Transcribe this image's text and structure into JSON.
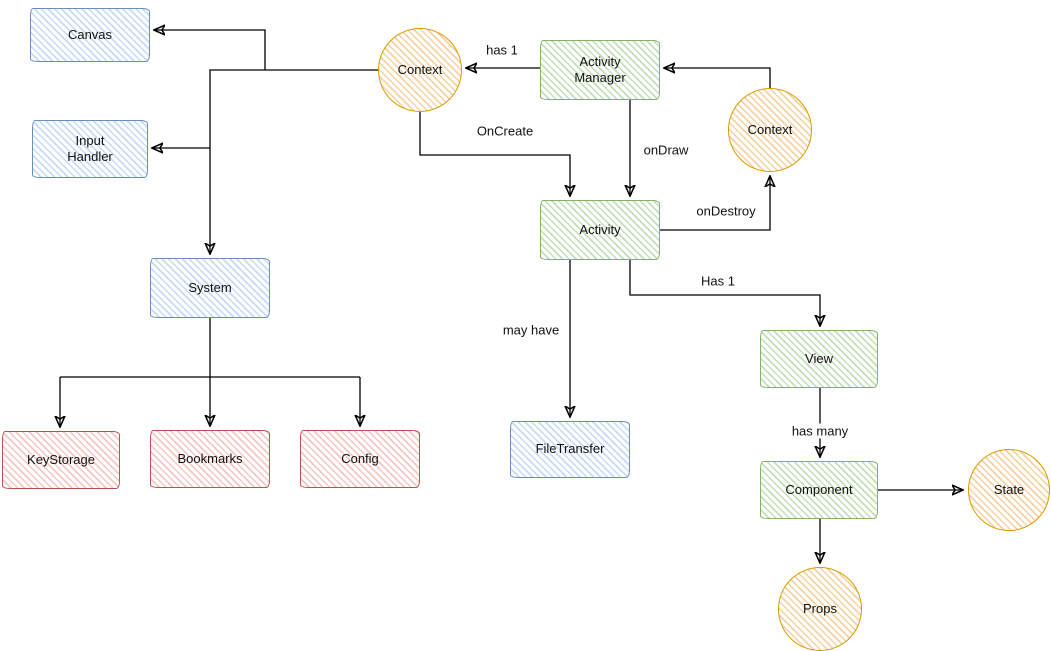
{
  "diagram": {
    "nodes": {
      "canvas": {
        "label": "Canvas",
        "shape": "rectangle",
        "color": "#dae8fc"
      },
      "input_handler": {
        "label": "Input Handler",
        "shape": "rectangle",
        "color": "#dae8fc"
      },
      "system": {
        "label": "System",
        "shape": "rectangle",
        "color": "#dae8fc"
      },
      "keystorage": {
        "label": "KeyStorage",
        "shape": "rectangle",
        "color": "#f8cecc"
      },
      "bookmarks": {
        "label": "Bookmarks",
        "shape": "rectangle",
        "color": "#f8cecc"
      },
      "config": {
        "label": "Config",
        "shape": "rectangle",
        "color": "#f8cecc"
      },
      "context_left": {
        "label": "Context",
        "shape": "ellipse",
        "color": "#ffe6cc"
      },
      "activity_manager": {
        "label": "Activity Manager",
        "shape": "rectangle",
        "color": "#d5e8d4"
      },
      "context_right": {
        "label": "Context",
        "shape": "ellipse",
        "color": "#ffe6cc"
      },
      "activity": {
        "label": "Activity",
        "shape": "rectangle",
        "color": "#d5e8d4"
      },
      "filetransfer": {
        "label": "FileTransfer",
        "shape": "rectangle",
        "color": "#dae8fc"
      },
      "view": {
        "label": "View",
        "shape": "rectangle",
        "color": "#d5e8d4"
      },
      "component": {
        "label": "Component",
        "shape": "rectangle",
        "color": "#d5e8d4"
      },
      "state": {
        "label": "State",
        "shape": "ellipse",
        "color": "#ffe6cc"
      },
      "props": {
        "label": "Props",
        "shape": "ellipse",
        "color": "#ffe6cc"
      }
    },
    "edge_labels": {
      "has_1": "has 1",
      "oncreate": "OnCreate",
      "ondraw": "onDraw",
      "ondestroy": "onDestroy",
      "may_have": "may have",
      "has_1_view": "Has 1",
      "has_many": "has many"
    },
    "edges": [
      {
        "from": "activity_manager",
        "to": "context_left",
        "label": "has 1"
      },
      {
        "from": "context_left",
        "to": "canvas",
        "label": ""
      },
      {
        "from": "context_left",
        "to": "input_handler",
        "label": ""
      },
      {
        "from": "context_left",
        "to": "system",
        "label": ""
      },
      {
        "from": "system",
        "to": "keystorage",
        "label": ""
      },
      {
        "from": "system",
        "to": "bookmarks",
        "label": ""
      },
      {
        "from": "system",
        "to": "config",
        "label": ""
      },
      {
        "from": "context_left",
        "to": "activity",
        "label": "OnCreate"
      },
      {
        "from": "activity_manager",
        "to": "activity",
        "label": "onDraw"
      },
      {
        "from": "context_right",
        "to": "activity_manager",
        "label": ""
      },
      {
        "from": "activity",
        "to": "context_right",
        "label": "onDestroy"
      },
      {
        "from": "activity",
        "to": "filetransfer",
        "label": "may have"
      },
      {
        "from": "activity",
        "to": "view",
        "label": "Has 1"
      },
      {
        "from": "view",
        "to": "component",
        "label": "has many"
      },
      {
        "from": "component",
        "to": "state",
        "label": ""
      },
      {
        "from": "component",
        "to": "props",
        "label": ""
      }
    ],
    "colors": {
      "blue_fill": "#dae8fc",
      "blue_stroke": "#6c8ebf",
      "green_fill": "#d5e8d4",
      "green_stroke": "#82b366",
      "red_fill": "#f8cecc",
      "red_stroke": "#b85450",
      "orange_fill": "#ffe6cc",
      "orange_stroke": "#d79b00",
      "edge_stroke": "#000000"
    }
  }
}
